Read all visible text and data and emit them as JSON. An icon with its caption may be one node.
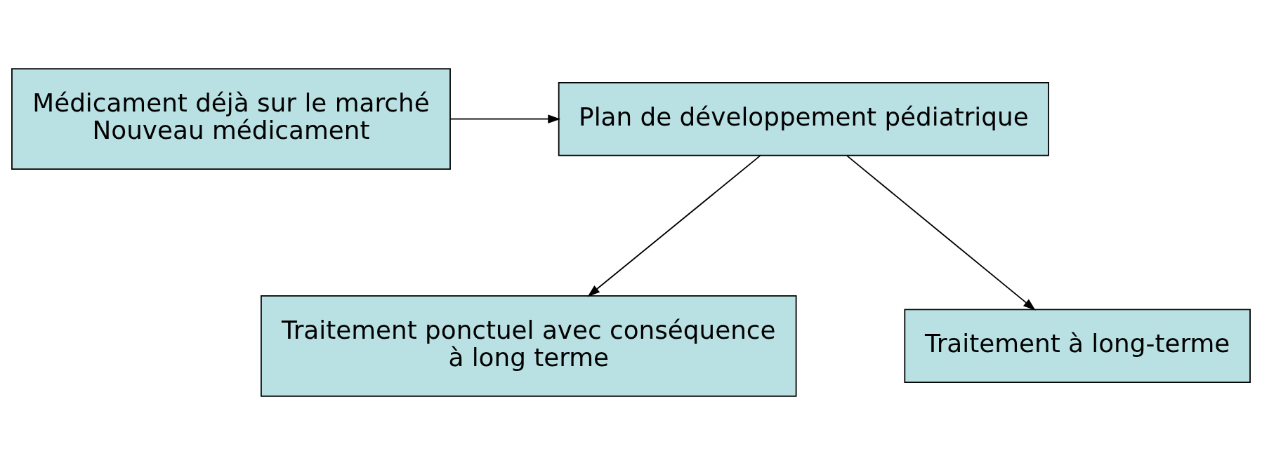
{
  "diagram": {
    "nodes": [
      {
        "text": [
          "Médicament déjà sur le marché",
          "Nouveau médicament"
        ]
      },
      {
        "text": [
          "Plan de développement pédiatrique"
        ]
      },
      {
        "text": [
          "Traitement ponctuel avec conséquence à long terme"
        ]
      },
      {
        "text": [
          "Traitement à long-terme"
        ]
      }
    ],
    "edges": [
      {
        "from": 0,
        "to": 1,
        "arrow": "to"
      },
      {
        "from": 1,
        "to": 2,
        "arrow": "to"
      },
      {
        "from": 1,
        "to": 3,
        "arrow": "to"
      }
    ]
  }
}
